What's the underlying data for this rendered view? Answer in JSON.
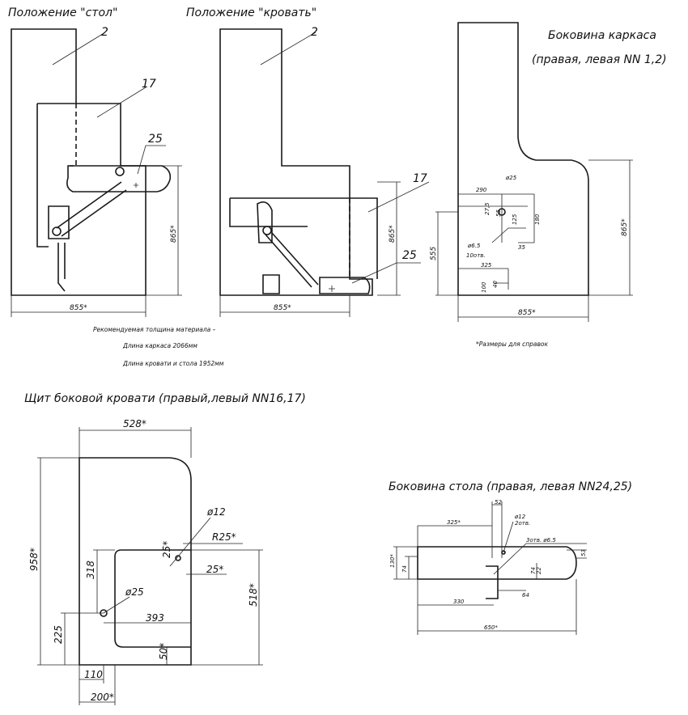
{
  "titles": {
    "stol": "Положение \"стол\"",
    "krovat": "Положение \"кровать\"",
    "bokovina_karkasa_1": "Боковина каркаса",
    "bokovina_karkasa_2": "(правая, левая NN 1,2)",
    "shchit": "Щит боковой кровати (правый,левый NN16,17)",
    "bokovina_stola": "Боковина стола (правая, левая NN24,25)"
  },
  "part_labels": {
    "p2": "2",
    "p17": "17",
    "p25": "25"
  },
  "notes": {
    "recommended": "Рекомендуемая толщина материала –",
    "frame_length": "Длина каркаса 2066мм",
    "bed_length": "Длина кровати и стола 1952мм",
    "reference": "*Размеры для справок"
  },
  "dims": {
    "stol": {
      "width": "855*",
      "height": "865*"
    },
    "krovat": {
      "width": "855*",
      "height": "865*"
    },
    "karkas": {
      "width": "855*",
      "height": "865*",
      "d555": "555",
      "d290": "290",
      "d25": "ø25",
      "d275": "27,5",
      "d55": "55",
      "d125": "125",
      "d180": "180",
      "d65": "ø6.5",
      "holes": "10отв.",
      "d35": "35",
      "d325": "325",
      "d100": "100",
      "d40": "40"
    },
    "shchit": {
      "d528": "528*",
      "d958": "958*",
      "d318": "318",
      "d225": "225",
      "d25": "ø25",
      "d12": "ø12",
      "r25": "R25*",
      "d25b": "25*",
      "d25a": "25*",
      "d393": "393",
      "d518": "518*",
      "d50": "50*",
      "d110": "110",
      "d200": "200*"
    },
    "stola": {
      "d52": "52",
      "d325": "325*",
      "d12": "ø12",
      "holes2": "2отв.",
      "holes3": "3отв. ø6.5",
      "d130": "130*",
      "d74": "74",
      "d53": "53",
      "d74b": "74",
      "d22": "22",
      "d330": "330",
      "d64": "64",
      "d650": "650*"
    }
  },
  "colors": {
    "ink": "#1a1a1a",
    "paper": "#ffffff"
  }
}
